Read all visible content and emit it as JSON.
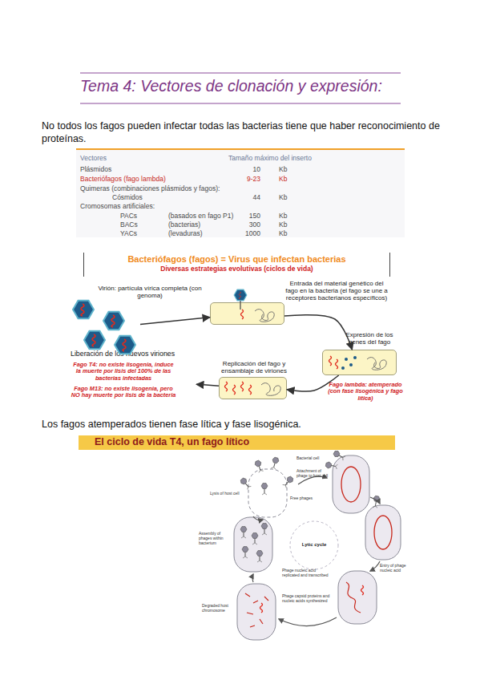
{
  "diagram": {
    "title": "Tema 4: Vectores de clonación y expresión:",
    "nodes": [
      {
        "text": [
          "Bacteriófagos (fagos) = Virus que infectan bacterias",
          "Diversas estrategias evolutivas (ciclos de vida)"
        ]
      },
      {
        "text": [
          "Virión: partícula vírica completa (con genoma)"
        ]
      },
      {
        "text": [
          "Entrada del material genético del fago en la bacteria (el fago se une a receptores bacterianos específicos)"
        ]
      },
      {
        "text": [
          "Expresión de los genes del fago"
        ]
      },
      {
        "text": [
          "Replicación del fago y ensamblaje de viriones"
        ]
      },
      {
        "text": [
          "Liberación de los nuevos viriones",
          "Fago T4: no existe lisogenia, induce la muerte por lisis del 100% de las bacterias infectadas",
          "Fago M13: no existe lisogenia, pero NO hay muerte por lisis de la bacteria"
        ]
      }
    ],
    "edges": [
      {
        "from": 1,
        "to": 2,
        "arrow": "to"
      },
      {
        "from": 2,
        "to": 3,
        "arrow": "to"
      },
      {
        "from": 3,
        "to": 4,
        "arrow": "to"
      },
      {
        "from": 4,
        "to": 5,
        "arrow": "to"
      }
    ],
    "labels": [
      "No todos los fagos pueden infectar todas las bacterias tiene que haber reconocimiento de proteínas.",
      "Vectores",
      "Tamaño máximo del inserto",
      "Plásmidos",
      "10",
      "Kb",
      "Bacteriófagos (fago lambda)",
      "9-23",
      "Kb",
      "Quimeras (combinaciones plásmidos y fagos):",
      "Cósmidos",
      "44",
      "Kb",
      "Cromosomas artificiales:",
      "PACs",
      "(basados en fago P1)",
      "150",
      "Kb",
      "BACs",
      "(bacterias)",
      "300",
      "Kb",
      "YACs",
      "(levaduras)",
      "1000",
      "Kb",
      "Fago lambda: atemperado (con fase lisogénica y fago lítica)",
      "Los fagos atemperados tienen fase lítica y fase lisogénica.",
      "El ciclo de vida T4, un fago lítico",
      "Bacterial cell",
      "Attachment of phage to host cell",
      "Free phages",
      "Lytic cycle",
      "Entry of phage nucleic acid",
      "Phage nucleic acid replicated and transcribed",
      "Degraded host chromosome",
      "Phage capsid proteins and nucleic acids synthesized",
      "Assembly of phages within bacterium",
      "Lysis of host cell"
    ]
  }
}
